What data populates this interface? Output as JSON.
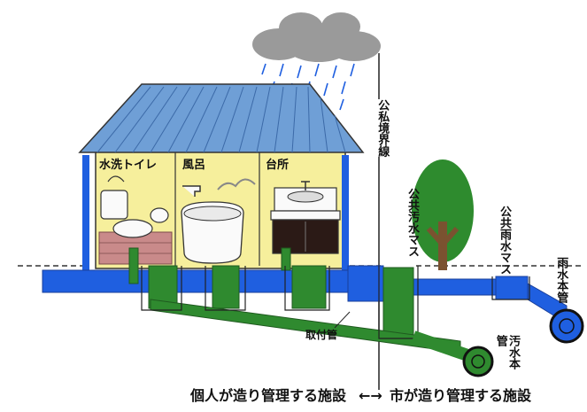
{
  "rooms": {
    "toilet": "水洗トイレ",
    "bath": "風呂",
    "kitchen": "台所"
  },
  "labels": {
    "boundary_line": "公私境界線",
    "public_sewage_basin": "公共汚水マス",
    "public_rain_basin": "公共雨水マス",
    "rain_main_pipe": "雨水本管",
    "sewage_main_pipe": "汚水本管",
    "connection_pipe": "取付管"
  },
  "footer": {
    "private_side": "個人が造り管理する施設",
    "arrow": "←→",
    "public_side": "市が造り管理する施設"
  },
  "colors": {
    "roof": "#6f9fd6",
    "wall": "#f6ef9c",
    "rain_pipe": "#1f5fe0",
    "sewage_pipe": "#2f8a2f",
    "tree": "#2e8b2e",
    "cloud": "#9a9a9a"
  }
}
